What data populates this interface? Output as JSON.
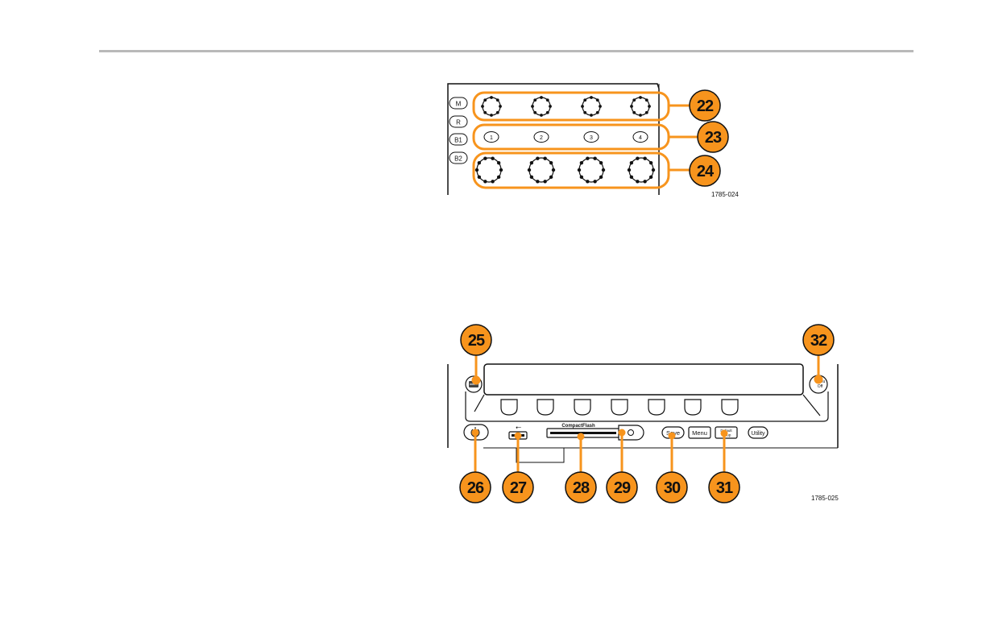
{
  "figure_top": {
    "figure_id": "1785-024",
    "ref_buttons": [
      "M",
      "R",
      "B1",
      "B2"
    ],
    "numbered_buttons": [
      "1",
      "2",
      "3",
      "4"
    ],
    "callouts": [
      "22",
      "23",
      "24"
    ]
  },
  "figure_bottom": {
    "figure_id": "1785-025",
    "card_label": "CompactFlash",
    "buttons": {
      "save": "Save",
      "menu": "Menu",
      "default_setup": "Default Setup",
      "utility": "Utility",
      "menu_off": "Menu Off"
    },
    "callouts": [
      "25",
      "26",
      "27",
      "28",
      "29",
      "30",
      "31",
      "32"
    ]
  },
  "colors": {
    "accent_orange": "#f7941d",
    "callout_fill": "#f7941d",
    "line": "#111111",
    "rule": "#b9b9b9"
  },
  "icons": [
    "knob-icon",
    "usb-icon",
    "power-icon",
    "print-icon"
  ]
}
